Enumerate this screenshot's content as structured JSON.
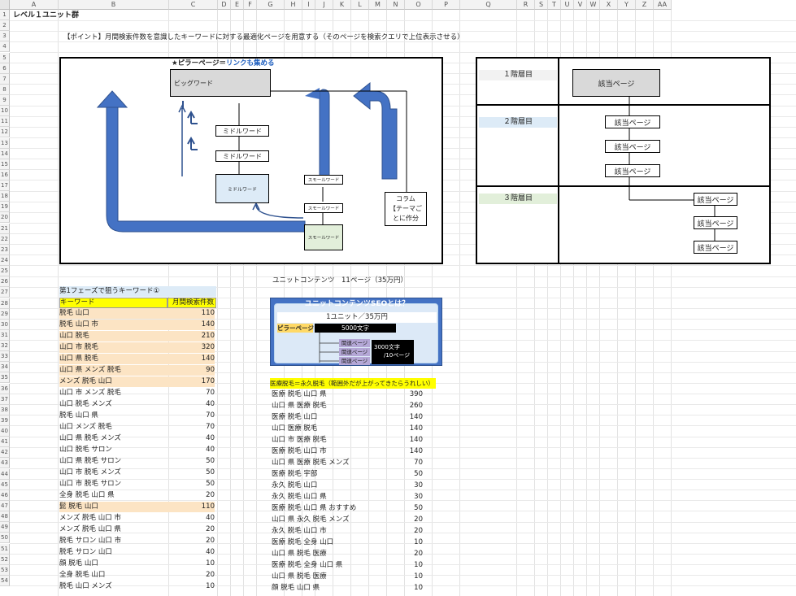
{
  "sheet": {
    "columns": [
      "A",
      "B",
      "C",
      "D",
      "E",
      "F",
      "G",
      "H",
      "I",
      "J",
      "K",
      "L",
      "M",
      "N",
      "O",
      "P",
      "Q",
      "R",
      "S",
      "T",
      "U",
      "V",
      "W",
      "X",
      "Y",
      "Z",
      "AA"
    ],
    "title": "レベル１ユニット群",
    "point": "【ポイント】月間検索件数を意識したキーワードに対する最適化ページを用意する（そのページを検索クエリで上位表示させる）"
  },
  "diagram_left": {
    "heading_prefix": "★ピラーページ＝",
    "heading_link": "リンクも集める",
    "big_word": "ビッグワード",
    "middle_word": "ミドルワード",
    "small_word": "スモールワード",
    "column_line1": "コラム",
    "column_line2": "【テーマご",
    "column_line3": "とに作分"
  },
  "diagram_right": {
    "tier1": "１階層目",
    "tier2": "２階層目",
    "tier3": "３階層目",
    "page": "該当ページ"
  },
  "unit": {
    "label": "ユニットコンテンツ　11ページ（35万円）",
    "banner_title": "ユニットコンテンツSEOとは？",
    "banner_price": "1ユニット／35万円",
    "pillar": "ピラーページ",
    "pillar_chars": "5000文字",
    "related": "関連ページ",
    "related_chars": "3000文字",
    "related_count": "/10ページ"
  },
  "table1": {
    "title": "第1フェーズで狙うキーワード①",
    "headers": [
      "キーワード",
      "月間検索件数"
    ],
    "rows": [
      {
        "k": "脱毛 山口",
        "v": "110",
        "hl": true
      },
      {
        "k": "脱毛 山口 市",
        "v": "140",
        "hl": true
      },
      {
        "k": "山口 脱毛",
        "v": "210",
        "hl": true
      },
      {
        "k": "山口 市 脱毛",
        "v": "320",
        "hl": true
      },
      {
        "k": "山口 県 脱毛",
        "v": "140",
        "hl": true
      },
      {
        "k": "山口 県 メンズ 脱毛",
        "v": "90",
        "hl": true
      },
      {
        "k": "メンズ 脱毛 山口",
        "v": "170",
        "hl": true
      },
      {
        "k": "山口 市 メンズ 脱毛",
        "v": "70",
        "hl": false
      },
      {
        "k": "山口 脱毛 メンズ",
        "v": "40",
        "hl": false
      },
      {
        "k": "脱毛 山口 県",
        "v": "70",
        "hl": false
      },
      {
        "k": "山口 メンズ 脱毛",
        "v": "70",
        "hl": false
      },
      {
        "k": "山口 県 脱毛 メンズ",
        "v": "40",
        "hl": false
      },
      {
        "k": "山口 脱毛 サロン",
        "v": "40",
        "hl": false
      },
      {
        "k": "山口 県 脱毛 サロン",
        "v": "50",
        "hl": false
      },
      {
        "k": "山口 市 脱毛 メンズ",
        "v": "50",
        "hl": false
      },
      {
        "k": "山口 市 脱毛 サロン",
        "v": "50",
        "hl": false
      },
      {
        "k": "全身 脱毛 山口 県",
        "v": "20",
        "hl": false
      },
      {
        "k": "髭 脱毛 山口",
        "v": "110",
        "hl": true
      },
      {
        "k": "メンズ 脱毛 山口 市",
        "v": "40",
        "hl": false
      },
      {
        "k": "メンズ 脱毛 山口 県",
        "v": "20",
        "hl": false
      },
      {
        "k": "脱毛 サロン 山口 市",
        "v": "20",
        "hl": false
      },
      {
        "k": "脱毛 サロン 山口",
        "v": "40",
        "hl": false
      },
      {
        "k": "顔 脱毛 山口",
        "v": "10",
        "hl": false
      },
      {
        "k": "全身 脱毛 山口",
        "v": "20",
        "hl": false
      },
      {
        "k": "脱毛 山口 メンズ",
        "v": "10",
        "hl": false
      }
    ]
  },
  "table2": {
    "title": "医療脱毛＝永久脱毛（範囲外だが上がってきたらうれしい）",
    "rows": [
      {
        "k": "医療 脱毛 山口 県",
        "v": "390"
      },
      {
        "k": "山口 県 医療 脱毛",
        "v": "260"
      },
      {
        "k": "医療 脱毛 山口",
        "v": "140"
      },
      {
        "k": "山口 医療 脱毛",
        "v": "140"
      },
      {
        "k": "山口 市 医療 脱毛",
        "v": "140"
      },
      {
        "k": "医療 脱毛 山口 市",
        "v": "140"
      },
      {
        "k": "山口 県 医療 脱毛 メンズ",
        "v": "70"
      },
      {
        "k": "医療 脱毛 宇部",
        "v": "50"
      },
      {
        "k": "永久 脱毛 山口",
        "v": "30"
      },
      {
        "k": "永久 脱毛 山口 県",
        "v": "30"
      },
      {
        "k": "医療 脱毛 山口 県 おすすめ",
        "v": "50"
      },
      {
        "k": "山口 県 永久 脱毛 メンズ",
        "v": "20"
      },
      {
        "k": "永久 脱毛 山口 市",
        "v": "20"
      },
      {
        "k": "医療 脱毛 全身 山口",
        "v": "10"
      },
      {
        "k": "山口 県 脱毛 医療",
        "v": "20"
      },
      {
        "k": "医療 脱毛 全身 山口 県",
        "v": "10"
      },
      {
        "k": "山口 県 脱毛 医療",
        "v": "10"
      },
      {
        "k": "顔 脱毛 山口 県",
        "v": "10"
      }
    ]
  },
  "colors": {
    "accent_blue": "#4472c4",
    "yellow": "#ffff00",
    "peach": "#fce4c4",
    "light_blue": "#ddebf7"
  }
}
